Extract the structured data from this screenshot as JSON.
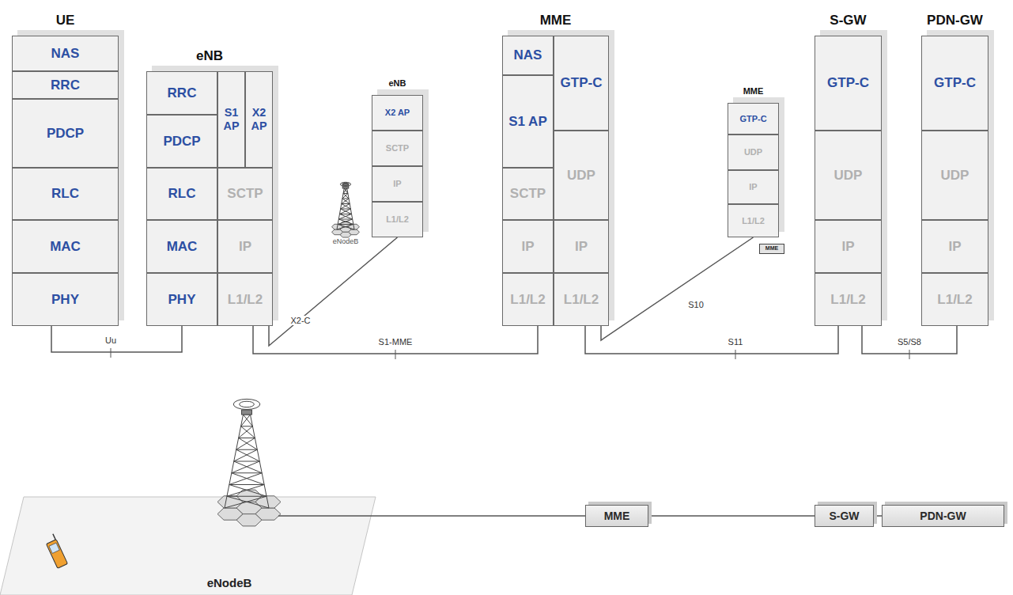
{
  "diagram": {
    "nodes": [
      {
        "text": [
          "UE"
        ]
      },
      {
        "text": [
          "NAS"
        ],
        "in": 0
      },
      {
        "text": [
          "RRC"
        ],
        "in": 0
      },
      {
        "text": [
          "PDCP"
        ],
        "in": 0
      },
      {
        "text": [
          "RLC"
        ],
        "in": 0
      },
      {
        "text": [
          "MAC"
        ],
        "in": 0
      },
      {
        "text": [
          "PHY"
        ],
        "in": 0
      },
      {
        "text": [
          "eNB"
        ]
      },
      {
        "text": [
          "RRC"
        ],
        "in": 7
      },
      {
        "text": [
          "PDCP"
        ],
        "in": 7
      },
      {
        "text": [
          "S1 AP"
        ],
        "in": 7
      },
      {
        "text": [
          "X2 AP"
        ],
        "in": 7
      },
      {
        "text": [
          "RLC"
        ],
        "in": 7
      },
      {
        "text": [
          "SCTP"
        ],
        "in": 7
      },
      {
        "text": [
          "MAC"
        ],
        "in": 7
      },
      {
        "text": [
          "IP"
        ],
        "in": 7
      },
      {
        "text": [
          "PHY"
        ],
        "in": 7
      },
      {
        "text": [
          "L1/L2"
        ],
        "in": 7
      },
      {
        "text": [
          "eNB"
        ]
      },
      {
        "text": [
          "X2 AP"
        ],
        "in": 18
      },
      {
        "text": [
          "SCTP"
        ],
        "in": 18
      },
      {
        "text": [
          "IP"
        ],
        "in": 18
      },
      {
        "text": [
          "L1/L2"
        ],
        "in": 18
      },
      {
        "text": [
          "MME"
        ]
      },
      {
        "text": [
          "NAS"
        ],
        "in": 23
      },
      {
        "text": [
          "GTP-C"
        ],
        "in": 23
      },
      {
        "text": [
          "S1 AP"
        ],
        "in": 23
      },
      {
        "text": [
          "UDP"
        ],
        "in": 23
      },
      {
        "text": [
          "SCTP"
        ],
        "in": 23
      },
      {
        "text": [
          "IP"
        ],
        "in": 23
      },
      {
        "text": [
          "IP"
        ],
        "in": 23
      },
      {
        "text": [
          "L1/L2"
        ],
        "in": 23
      },
      {
        "text": [
          "L1/L2"
        ],
        "in": 23
      },
      {
        "text": [
          "MME"
        ]
      },
      {
        "text": [
          "GTP-C"
        ],
        "in": 33
      },
      {
        "text": [
          "UDP"
        ],
        "in": 33
      },
      {
        "text": [
          "IP"
        ],
        "in": 33
      },
      {
        "text": [
          "L1/L2"
        ],
        "in": 33
      },
      {
        "text": [
          "S-GW"
        ]
      },
      {
        "text": [
          "GTP-C"
        ],
        "in": 38
      },
      {
        "text": [
          "UDP"
        ],
        "in": 38
      },
      {
        "text": [
          "IP"
        ],
        "in": 38
      },
      {
        "text": [
          "L1/L2"
        ],
        "in": 38
      },
      {
        "text": [
          "PDN-GW"
        ]
      },
      {
        "text": [
          "GTP-C"
        ],
        "in": 43
      },
      {
        "text": [
          "UDP"
        ],
        "in": 43
      },
      {
        "text": [
          "IP"
        ],
        "in": 43
      },
      {
        "text": [
          "L1/L2"
        ],
        "in": 43
      },
      {
        "text": [
          "MME"
        ]
      },
      {
        "text": [
          "MME"
        ]
      },
      {
        "text": [
          "S-GW"
        ]
      },
      {
        "text": [
          "PDN-GW"
        ]
      }
    ],
    "edges": [
      {
        "from": 0,
        "to": 7,
        "arrow": "none",
        "label": "Uu"
      },
      {
        "from": 7,
        "to": 18,
        "arrow": "none",
        "label": "X2-C"
      },
      {
        "from": 7,
        "to": 23,
        "arrow": "none",
        "label": "S1-MME"
      },
      {
        "from": 23,
        "to": 33,
        "arrow": "none",
        "label": "S10"
      },
      {
        "from": 23,
        "to": 38,
        "arrow": "none",
        "label": "S11"
      },
      {
        "from": 38,
        "to": 43,
        "arrow": "none",
        "label": "S5/S8"
      },
      {
        "from": 49,
        "to": 50,
        "arrow": "none"
      },
      {
        "from": 50,
        "to": 51,
        "arrow": "none"
      }
    ],
    "labels": [
      "eNodeB",
      "eNodeB"
    ]
  }
}
